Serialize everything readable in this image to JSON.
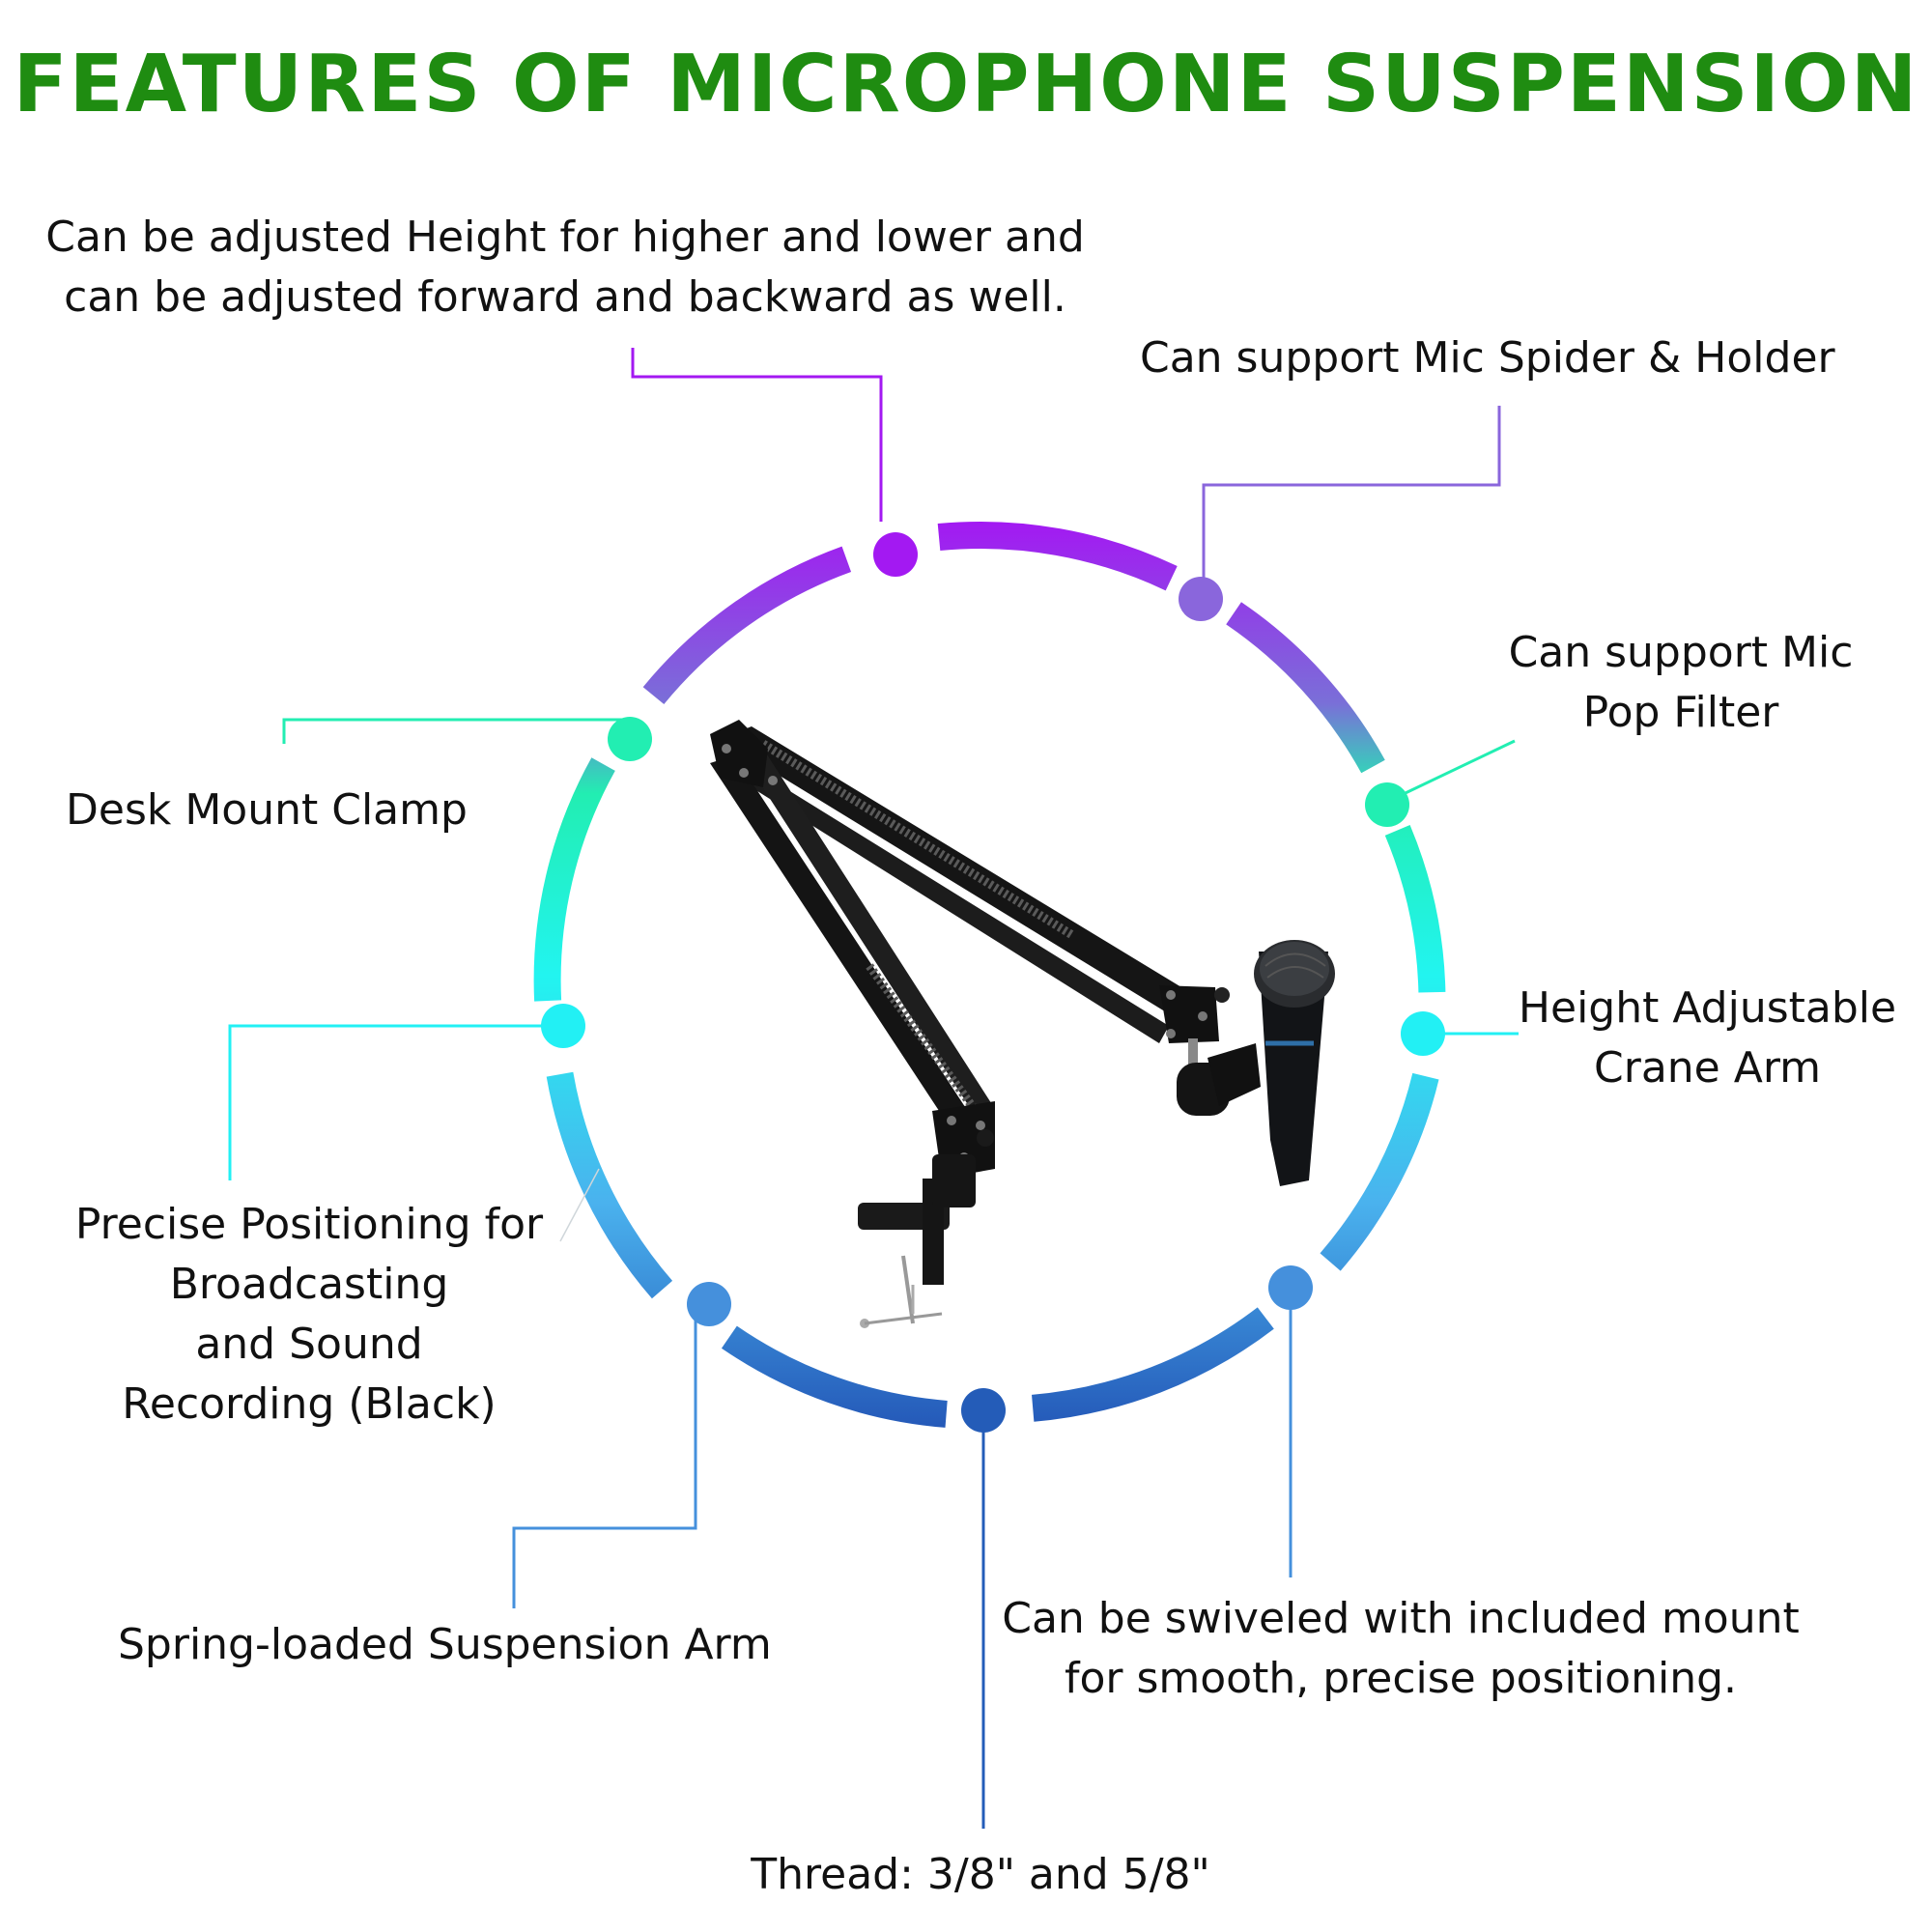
{
  "title": "FEATURES OF MICROPHONE SUSPENSION",
  "colors": {
    "title": "#1f8c11",
    "purple": "#a319f2",
    "violet": "#8a66dc",
    "mint": "#22eeb2",
    "cyan": "#22f0f4",
    "sky": "#4bbbee",
    "blue": "#4590dc",
    "navy": "#245cb8"
  },
  "features": [
    {
      "id": "height-forward",
      "lines": [
        "Can be adjusted Height for higher and lower and",
        "can be adjusted forward and backward as well."
      ],
      "marker_color": "purple"
    },
    {
      "id": "spider-holder",
      "lines": [
        "Can support Mic Spider & Holder"
      ],
      "marker_color": "violet"
    },
    {
      "id": "pop-filter",
      "lines": [
        "Can support Mic",
        "Pop Filter"
      ],
      "marker_color": "mint"
    },
    {
      "id": "crane-arm",
      "lines": [
        "Height Adjustable",
        "Crane Arm"
      ],
      "marker_color": "cyan"
    },
    {
      "id": "swivel-mount",
      "lines": [
        "Can be swiveled with included mount",
        "for smooth, precise positioning."
      ],
      "marker_color": "blue"
    },
    {
      "id": "thread",
      "lines": [
        "Thread: 3/8\" and 5/8\""
      ],
      "marker_color": "navy"
    },
    {
      "id": "suspension-arm",
      "lines": [
        "Spring-loaded Suspension Arm"
      ],
      "marker_color": "blue"
    },
    {
      "id": "precise-positioning",
      "lines": [
        "Precise Positioning for",
        "Broadcasting",
        "and Sound",
        "Recording (Black)"
      ],
      "marker_color": "cyan"
    },
    {
      "id": "desk-clamp",
      "lines": [
        "Desk Mount Clamp"
      ],
      "marker_color": "mint"
    }
  ],
  "center_image": "microphone-boom-arm"
}
